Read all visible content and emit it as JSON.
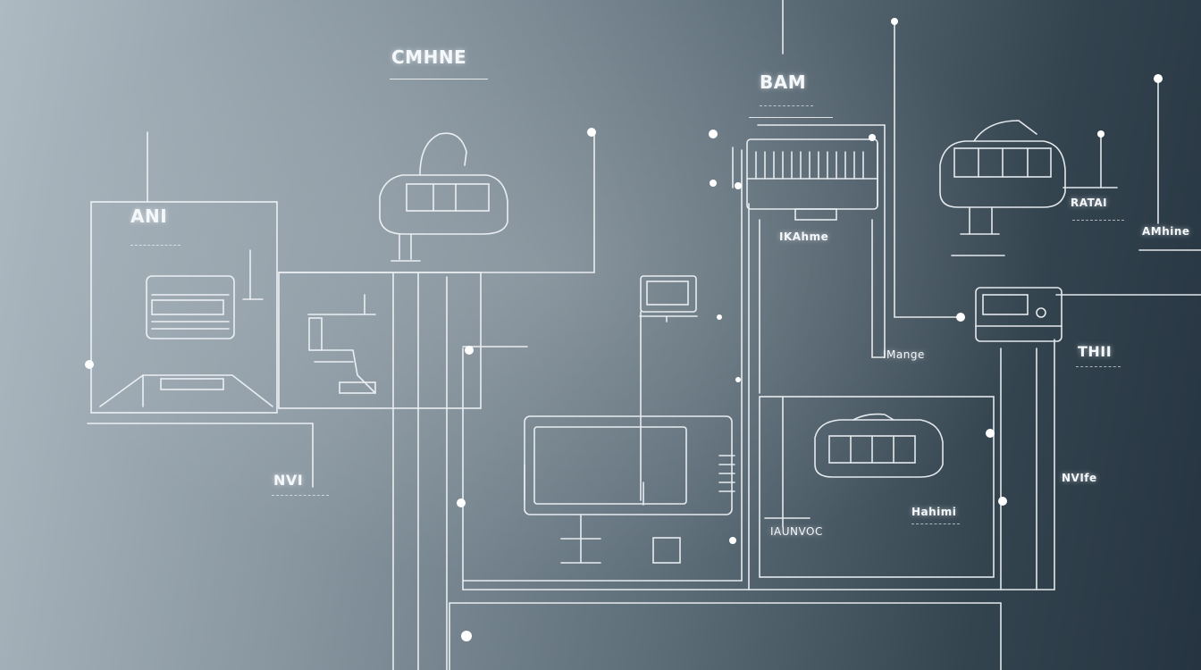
{
  "labels": {
    "cmhine": "CMHNE",
    "bam": "BAM",
    "ani": "ANI",
    "ratai": "RATAI",
    "amhine": "AMhine",
    "nvi": "NVI",
    "ikahme": "IKAhme",
    "thili": "THII",
    "imange": "IMange",
    "nvife": "NVIfe",
    "ilaunvoc": "IAUNVOC",
    "hahimi": "Hahimi"
  },
  "colors": {
    "line": "#f2f6f9",
    "background_light": "#aebac2",
    "background_dark": "#253440"
  }
}
